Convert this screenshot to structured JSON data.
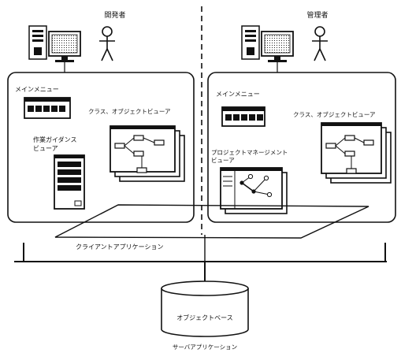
{
  "roles": {
    "developer": "開発者",
    "manager": "管理者"
  },
  "left_panel": {
    "main_menu": "メインメニュー",
    "class_object_viewer": "クラス、オブジェクトビューア",
    "task_guidance_viewer_line1": "作業ガイダンス",
    "task_guidance_viewer_line2": "ビューア"
  },
  "right_panel": {
    "main_menu": "メインメニュー",
    "class_object_viewer": "クラス、オブジェクトビューア",
    "project_management_viewer_line1": "プロジェクトマネージメント",
    "project_management_viewer_line2": "ビューア"
  },
  "client_application": "クライアントアプリケーション",
  "object_base": "オブジェクトベース",
  "server_application": "サーバアプリケーション"
}
